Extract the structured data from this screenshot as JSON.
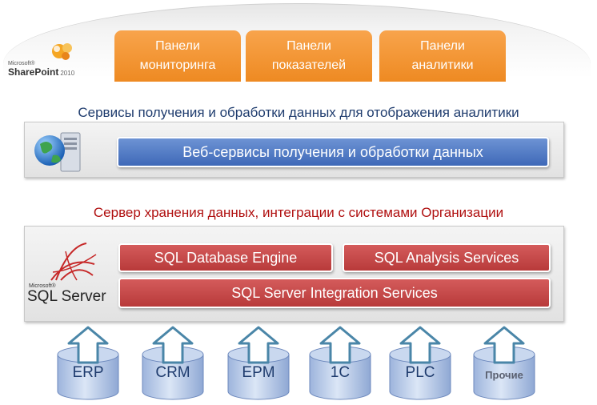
{
  "sharepoint_logo": {
    "microsoft": "Microsoft®",
    "product": "SharePoint",
    "year": "2010"
  },
  "tabs": [
    {
      "line1": "Панели",
      "line2": "мониторинга"
    },
    {
      "line1": "Панели",
      "line2": "показателей"
    },
    {
      "line1": "Панели",
      "line2": "аналитики"
    }
  ],
  "web_section": {
    "heading": "Сервисы получения  и обработки данных для отображения аналитики",
    "bar": "Веб-сервисы получения и обработки данных"
  },
  "sql_section": {
    "heading": "Сервер хранения данных, интеграции с системами Организации",
    "logo_microsoft": "Microsoft®",
    "logo_product": "SQL Server",
    "db_engine": "SQL Database Engine",
    "analysis": "SQL Analysis Services",
    "integration": "SQL Server Integration Services"
  },
  "sources": [
    "ERP",
    "CRM",
    "EPM",
    "1C",
    "PLC",
    "Прочие"
  ],
  "colors": {
    "tab_orange": "#ee8a22",
    "bar_blue": "#3f69b8",
    "bar_red": "#b83a3a",
    "heading_blue": "#1f3c6e",
    "heading_red": "#b01010",
    "cylinder_blue": "#aec3e6"
  }
}
